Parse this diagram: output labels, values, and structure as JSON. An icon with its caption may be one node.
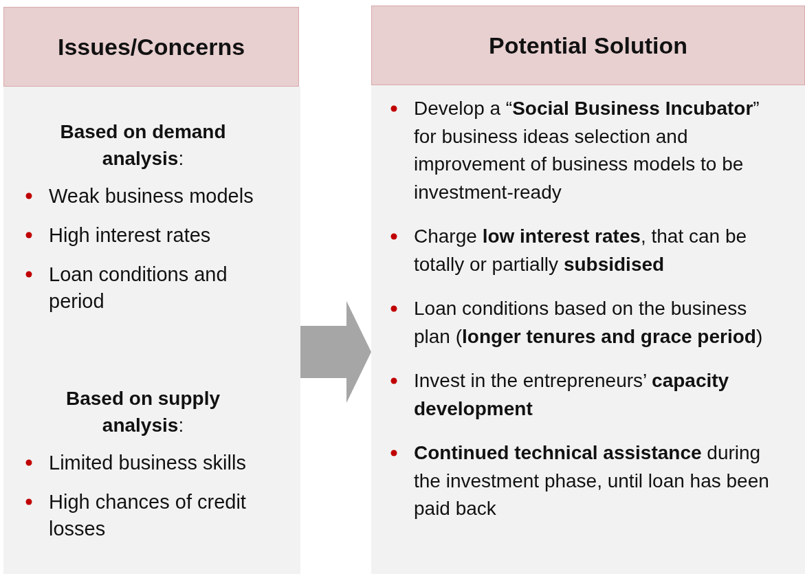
{
  "diagram": {
    "nodes": [
      {
        "text": [
          "Issues/Concerns"
        ]
      },
      {
        "text": [
          "**Based on demand analysis**:",
          "Weak business models",
          "High interest rates",
          "Loan conditions and period",
          "**Based on supply analysis**:",
          "Limited business skills",
          "High chances of credit losses"
        ]
      },
      {
        "text": [
          "Potential Solution"
        ]
      },
      {
        "text": [
          "Develop a “**Social Business Incubator**” for business ideas selection and improvement of business models to be investment-ready",
          "Charge **low interest rates**, that can be totally or partially **subsidised**",
          "Loan conditions based on the business plan (**longer tenures and grace period**)",
          "Invest in the entrepreneurs’ **capacity development**",
          "**Continued technical assistance** during the investment phase, until loan has been paid back"
        ]
      }
    ],
    "edges": [
      {
        "from": 1,
        "to": 3,
        "arrow": "to"
      }
    ]
  }
}
